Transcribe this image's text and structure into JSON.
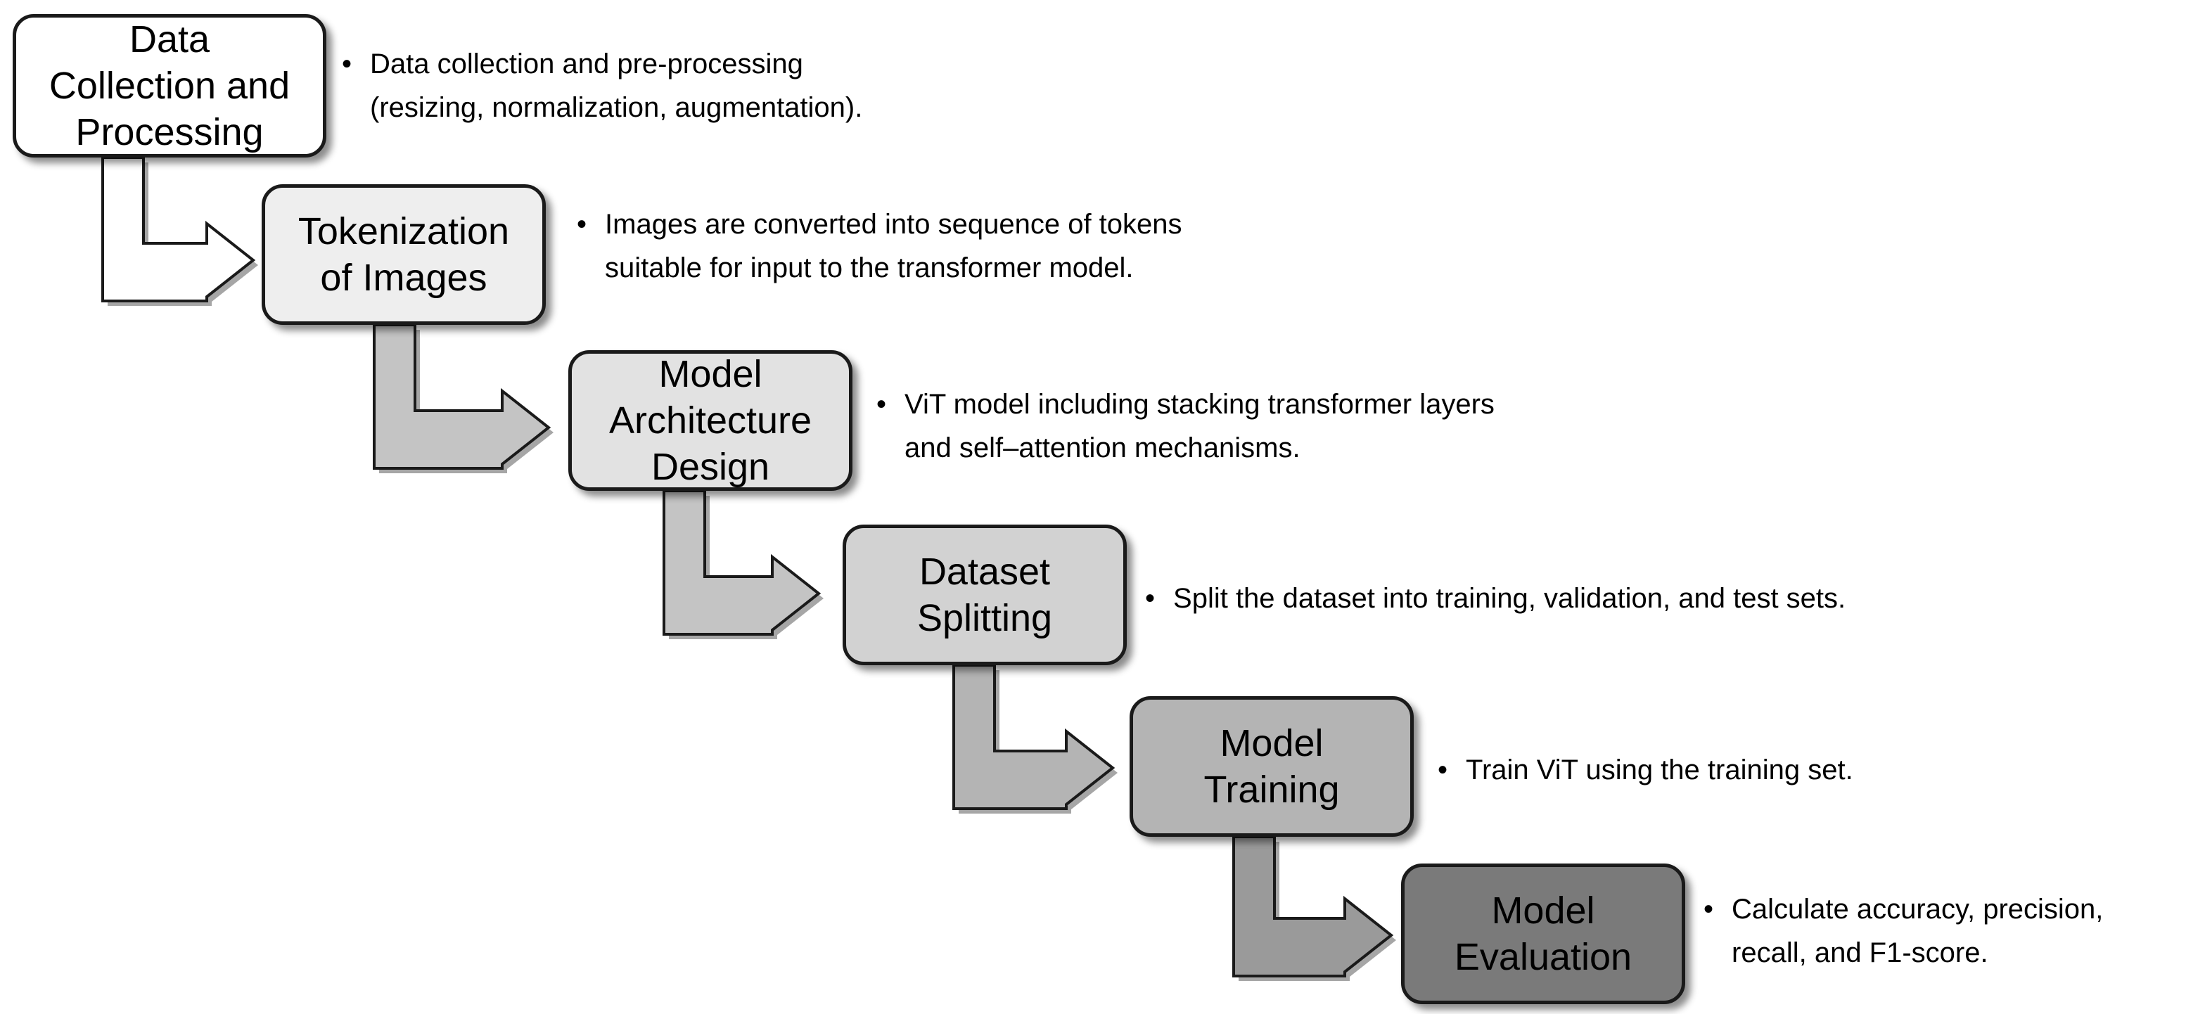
{
  "stages": [
    {
      "label": "Data\nCollection and\nProcessing",
      "note": "Data collection and pre-processing\n(resizing, normalization, augmentation).",
      "fill": "#ffffff"
    },
    {
      "label": "Tokenization\nof Images",
      "note": "Images are converted into sequence of tokens\nsuitable for input to the transformer model.",
      "fill": "#eeeeee"
    },
    {
      "label": "Model\nArchitecture\nDesign",
      "note": "ViT model including stacking transformer layers\nand self–attention mechanisms.",
      "fill": "#e2e2e2"
    },
    {
      "label": "Dataset\nSplitting",
      "note": "Split the dataset into training, validation, and test sets.",
      "fill": "#d2d2d2"
    },
    {
      "label": "Model\nTraining",
      "note": "Train ViT using the training set.",
      "fill": "#b4b4b4"
    },
    {
      "label": "Model\nEvaluation",
      "note": "Calculate accuracy, precision,\nrecall, and F1-score.",
      "fill": "#7a7a7a"
    }
  ],
  "arrow_fills": [
    "#ffffff",
    "#c4c4c4",
    "#c4c4c4",
    "#b4b4b4",
    "#9a9a9a"
  ]
}
